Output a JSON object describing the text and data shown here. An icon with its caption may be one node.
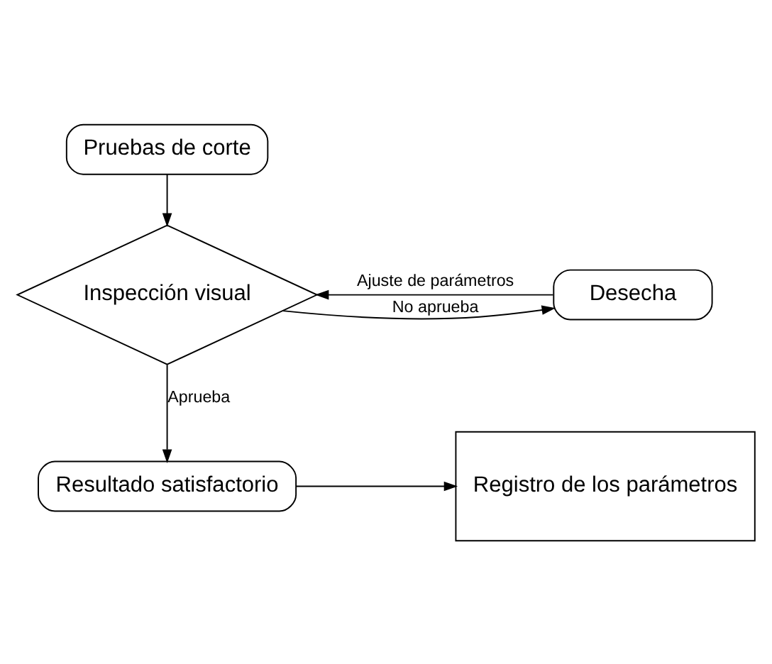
{
  "diagram": {
    "nodes": [
      {
        "text": [
          "Pruebas de corte"
        ]
      },
      {
        "text": [
          "Inspección visual"
        ]
      },
      {
        "text": [
          "Desecha"
        ]
      },
      {
        "text": [
          "Resultado satisfactorio"
        ]
      },
      {
        "text": [
          "Registro de los parámetros"
        ]
      }
    ],
    "edges": [
      {
        "from": 0,
        "to": 1,
        "arrow": "to"
      },
      {
        "from": 1,
        "to": 2,
        "arrow": "to",
        "label": "No aprueba"
      },
      {
        "from": 2,
        "to": 1,
        "arrow": "to",
        "label": "Ajuste de parámetros"
      },
      {
        "from": 1,
        "to": 3,
        "arrow": "to",
        "label": "Aprueba"
      },
      {
        "from": 3,
        "to": 4,
        "arrow": "to"
      }
    ]
  }
}
